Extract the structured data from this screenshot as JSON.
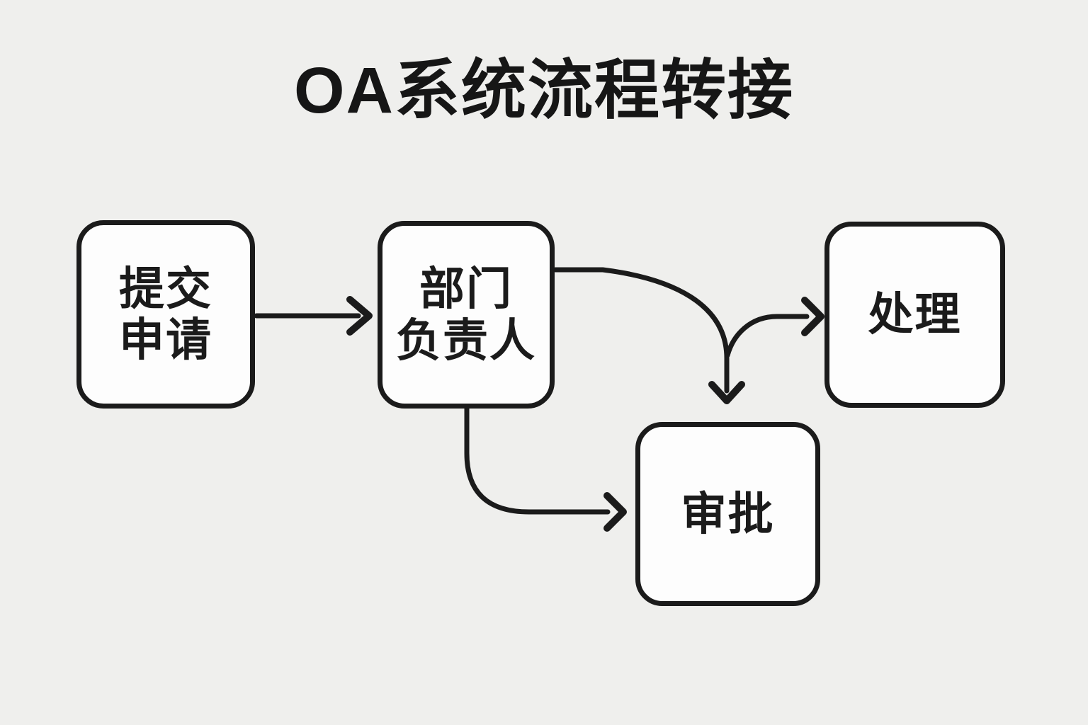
{
  "title": "OA系统流程转接",
  "colors": {
    "background": "#efefed",
    "node_fill": "#fdfdfd",
    "stroke": "#1b1b1b",
    "text": "#1b1b1b"
  },
  "nodes": [
    {
      "id": "submit",
      "lines": [
        "提交",
        "申请"
      ]
    },
    {
      "id": "manager",
      "lines": [
        "部门",
        "负责人"
      ]
    },
    {
      "id": "handle",
      "lines": [
        "处理"
      ]
    },
    {
      "id": "approval",
      "lines": [
        "审批"
      ]
    }
  ],
  "edges": [
    {
      "from": "submit",
      "to": "manager",
      "style": "straight-right"
    },
    {
      "from": "manager",
      "to": "approval",
      "style": "curve-from-right-side-down"
    },
    {
      "from": "manager",
      "to": "handle",
      "style": "fork-branch-right"
    },
    {
      "from": "manager",
      "to": "approval",
      "style": "curve-from-bottom-right"
    }
  ]
}
